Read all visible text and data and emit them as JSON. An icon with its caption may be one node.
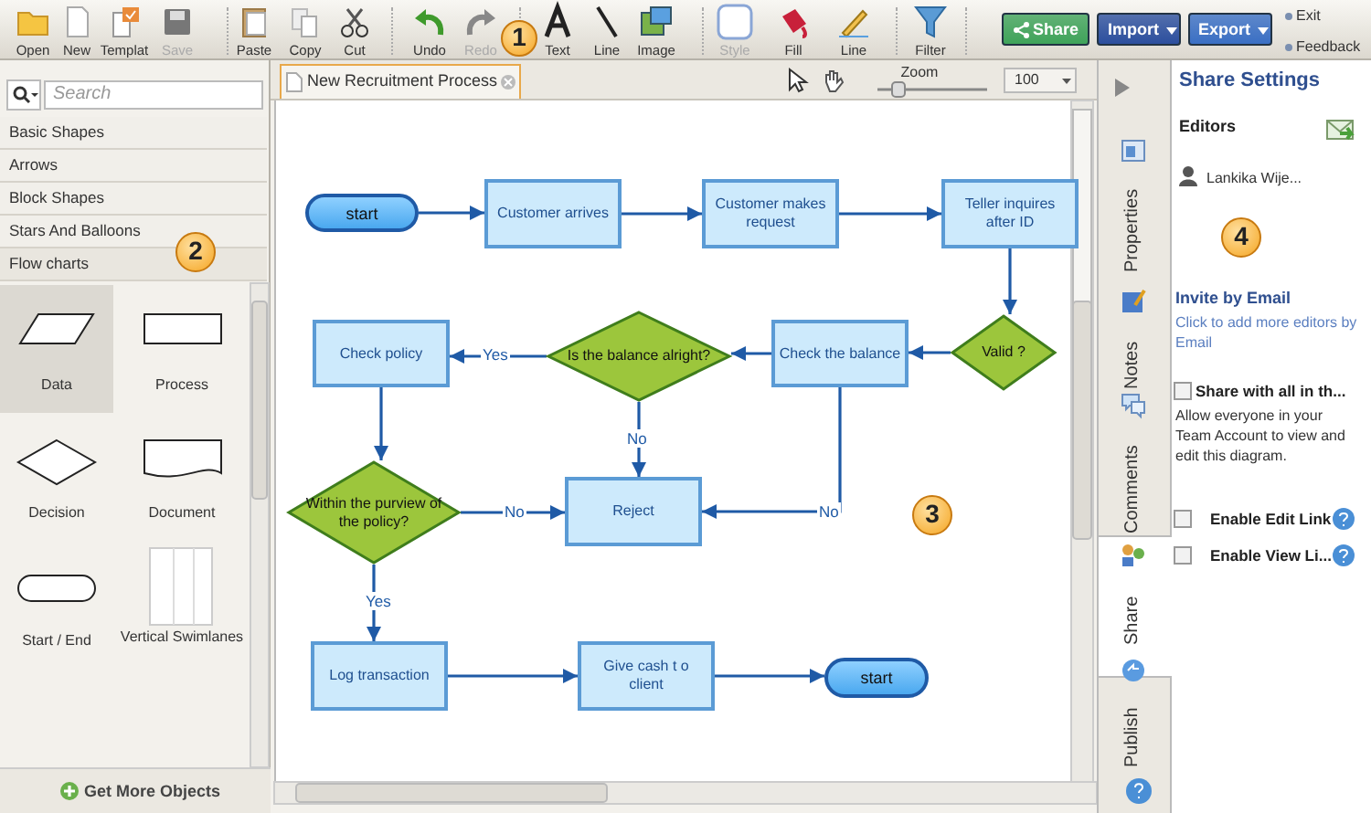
{
  "diagram": {
    "nodes": [
      {
        "text": [
          "start"
        ]
      },
      {
        "text": [
          "Customer arrives"
        ]
      },
      {
        "text": [
          "Customer makes request"
        ]
      },
      {
        "text": [
          "Teller inquires after ID"
        ]
      },
      {
        "text": [
          "Valid ?"
        ]
      },
      {
        "text": [
          "Check the balance"
        ]
      },
      {
        "text": [
          "Is the balance alright?"
        ]
      },
      {
        "text": [
          "Check policy"
        ]
      },
      {
        "text": [
          "Within the purview of the policy?"
        ]
      },
      {
        "text": [
          "Reject"
        ]
      },
      {
        "text": [
          "Log transaction"
        ]
      },
      {
        "text": [
          "Give cash t o client"
        ]
      },
      {
        "text": [
          "start"
        ]
      }
    ],
    "edges": [
      {
        "from": 0,
        "to": 1,
        "arrow": "to"
      },
      {
        "from": 1,
        "to": 2,
        "arrow": "to"
      },
      {
        "from": 2,
        "to": 3,
        "arrow": "to"
      },
      {
        "from": 3,
        "to": 4,
        "arrow": "to"
      },
      {
        "from": 4,
        "to": 5,
        "arrow": "to"
      },
      {
        "from": 5,
        "to": 6,
        "arrow": "to"
      },
      {
        "from": 6,
        "to": 7,
        "arrow": "to",
        "label": "Yes"
      },
      {
        "from": 6,
        "to": 9,
        "arrow": "to",
        "label": "No"
      },
      {
        "from": 5,
        "to": 9,
        "arrow": "to",
        "label": "No"
      },
      {
        "from": 7,
        "to": 8,
        "arrow": "to"
      },
      {
        "from": 8,
        "to": 9,
        "arrow": "to",
        "label": "No"
      },
      {
        "from": 8,
        "to": 10,
        "arrow": "to",
        "label": "Yes"
      },
      {
        "from": 10,
        "to": 11,
        "arrow": "to"
      },
      {
        "from": 11,
        "to": 12,
        "arrow": "to"
      }
    ],
    "labels": [
      "Open",
      "New",
      "Templat",
      "Save",
      "Paste",
      "Copy",
      "Cut",
      "Undo",
      "Redo",
      "1",
      "Text",
      "Line",
      "Image",
      "Style",
      "Fill",
      "Line",
      "Filter",
      "Share",
      "Import",
      "Export",
      "Exit",
      "Feedback",
      "New Recruitment Process",
      "Search",
      "Zoom",
      "100",
      "Basic Shapes",
      "Arrows",
      "Block Shapes",
      "Stars And Balloons",
      "2",
      "Flow charts",
      "Data",
      "Process",
      "Decision",
      "Document",
      "Start / End",
      "Vertical Swimlanes",
      "Get More Objects",
      "3",
      "Properties",
      "Notes",
      "Comments",
      "Share",
      "Publish",
      "Share Settings",
      "Editors",
      "Lankika Wije...",
      "4",
      "Invite by Email",
      "Click to add more editors by Email",
      "Share with all in th...",
      "Allow everyone in your Team Account to view and edit this diagram.",
      "Enable Edit Link",
      "Enable View Li..."
    ]
  }
}
